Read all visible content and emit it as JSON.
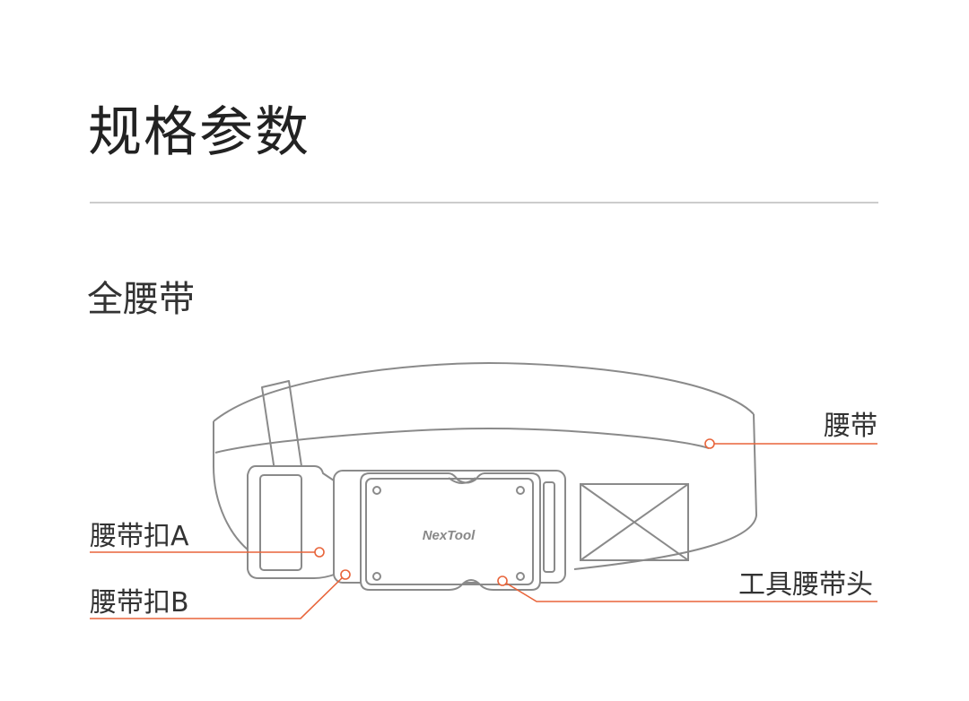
{
  "heading": {
    "title": "规格参数"
  },
  "section": {
    "title": "全腰带"
  },
  "logo_text": "NexTool",
  "callouts": {
    "belt": "腰带",
    "buckle_a": "腰带扣A",
    "buckle_b": "腰带扣B",
    "tool_head": "工具腰带头"
  },
  "colors": {
    "accent": "#e8643a",
    "outline": "#8a8a8a",
    "text": "#333333"
  }
}
